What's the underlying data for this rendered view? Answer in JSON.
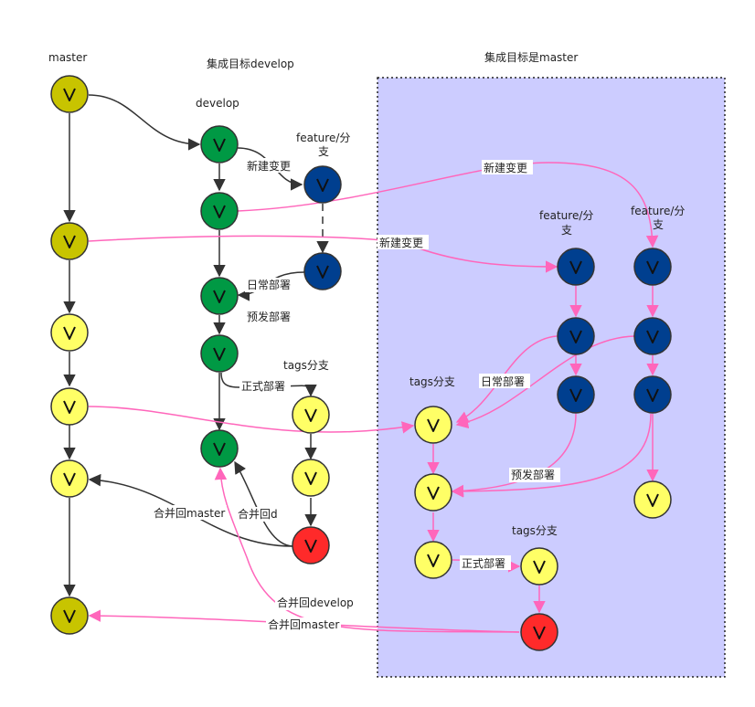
{
  "headers": {
    "master": "master",
    "develop_target": "集成目标develop",
    "master_target": "集成目标是master"
  },
  "labels": {
    "develop": "develop",
    "feature_left": [
      "feature/分",
      "支"
    ],
    "feature_mid": [
      "feature/分",
      "支"
    ],
    "feature_right": [
      "feature/分",
      "支"
    ],
    "new_change_1": "新建变更",
    "new_change_2": "新建变更",
    "new_change_3": "新建变更",
    "daily_deploy_1": "日常部署",
    "daily_deploy_2": "日常部署",
    "pre_deploy_1": "预发部署",
    "pre_deploy_2": "预发部署",
    "tags_branch_1": "tags分支",
    "tags_branch_2": "tags分支",
    "tags_branch_3": "tags分支",
    "formal_deploy_1": "正式部署",
    "formal_deploy_2": "正式部署",
    "merge_master_1": "合并回master",
    "merge_master_2": "合并回master",
    "merge_d": "合并回d",
    "merge_develop": "合并回develop"
  },
  "node_symbol": "V",
  "colors": {
    "master_node": "#c8c400",
    "yellow_node": "#ffff66",
    "green_node": "#009944",
    "blue_node": "#003f8f",
    "red_node": "#ff2a2a",
    "pink_edge": "#ff66bb",
    "black_edge": "#333333",
    "region_fill": "#ccccff"
  }
}
